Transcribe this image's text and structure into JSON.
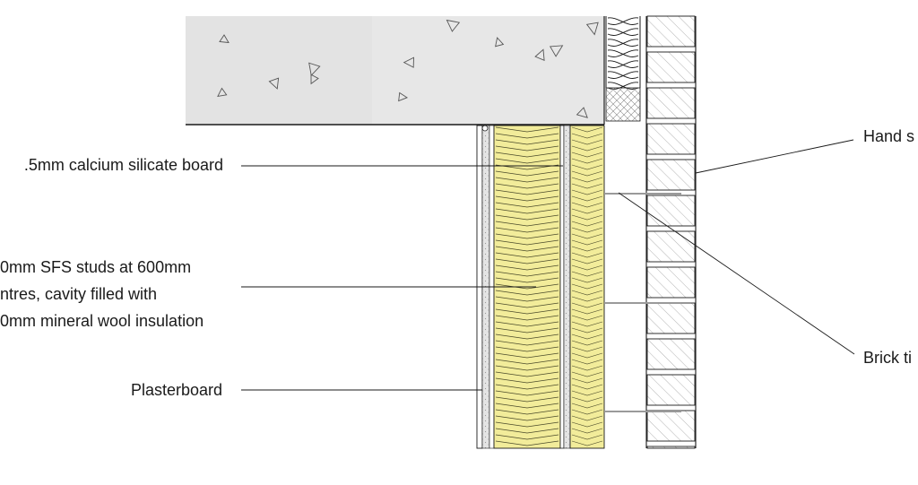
{
  "labels": {
    "calcium_silicate": ".5mm calcium silicate board",
    "sfs_line1": "0mm SFS studs at 600mm",
    "sfs_line2": "ntres, cavity filled with",
    "sfs_line3": "0mm mineral wool insulation",
    "plasterboard": "Plasterboard",
    "hand_set": "Hand s",
    "brick_tie": "Brick ti"
  },
  "colors": {
    "concrete": "#e6e6e6",
    "insulation": "#f2ec9a",
    "line": "#1a1a1a",
    "board": "#d9d9d9",
    "hatch": "#9a9a9a"
  }
}
